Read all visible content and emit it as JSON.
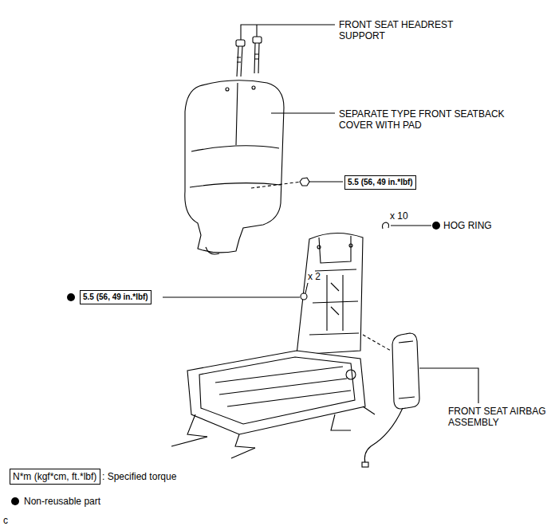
{
  "diagram": {
    "nodes": [
      {
        "text": [
          "5.5 (56, 49 in.*lbf)"
        ]
      },
      {
        "text": [
          "5.5 (56, 49 in.*lbf)"
        ]
      },
      {
        "text": [
          "N*m (kgf*cm, ft.*lbf)"
        ]
      }
    ],
    "labels": [
      "FRONT SEAT HEADREST SUPPORT",
      "SEPARATE TYPE FRONT SEATBACK COVER WITH PAD",
      "x 10",
      "HOG RING",
      "x 2",
      "FRONT SEAT AIRBAG ASSEMBLY",
      "c"
    ],
    "legend": [
      {
        "text": ": Specified torque"
      },
      {
        "text": "Non-reusable part"
      }
    ]
  }
}
